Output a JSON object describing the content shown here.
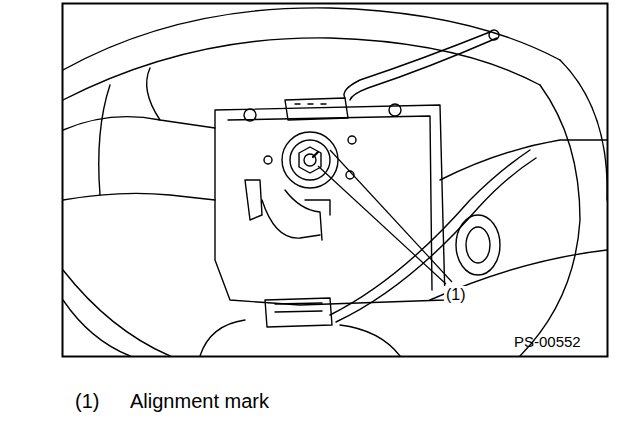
{
  "diagram": {
    "labels": [
      "(1)",
      "PS-00552",
      "(1)",
      "Alignment mark"
    ]
  }
}
